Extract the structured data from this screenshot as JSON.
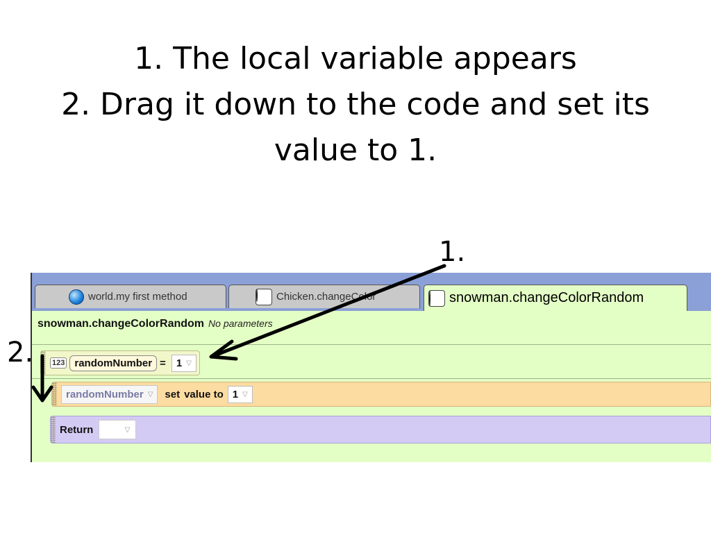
{
  "title": {
    "line1": "1. The local variable appears",
    "line2": "2. Drag it down to the code and set its",
    "line3": "value to 1."
  },
  "labels": {
    "one": "1.",
    "two": "2."
  },
  "editor": {
    "tabs": [
      {
        "label": "world.my first method",
        "icon": "globe-icon",
        "active": false
      },
      {
        "label": "Chicken.changeColor",
        "icon": "color-wheel-icon",
        "active": false
      },
      {
        "label": "snowman.changeColorRandom",
        "icon": "color-wheel-icon",
        "active": true
      }
    ],
    "method": {
      "name": "snowman.changeColorRandom",
      "params": "No parameters"
    },
    "local_variable": {
      "badge": "123",
      "name": "randomNumber",
      "equals": "=",
      "value": "1"
    },
    "set_statement": {
      "variable": "randomNumber",
      "set": "set",
      "value_to": "value to",
      "value": "1"
    },
    "return_statement": {
      "label": "Return"
    }
  },
  "colors": {
    "arrow": "#000000",
    "editor_bg": "#e4ffc6",
    "set_row": "#fddca1",
    "return_row": "#d4cbf4"
  }
}
